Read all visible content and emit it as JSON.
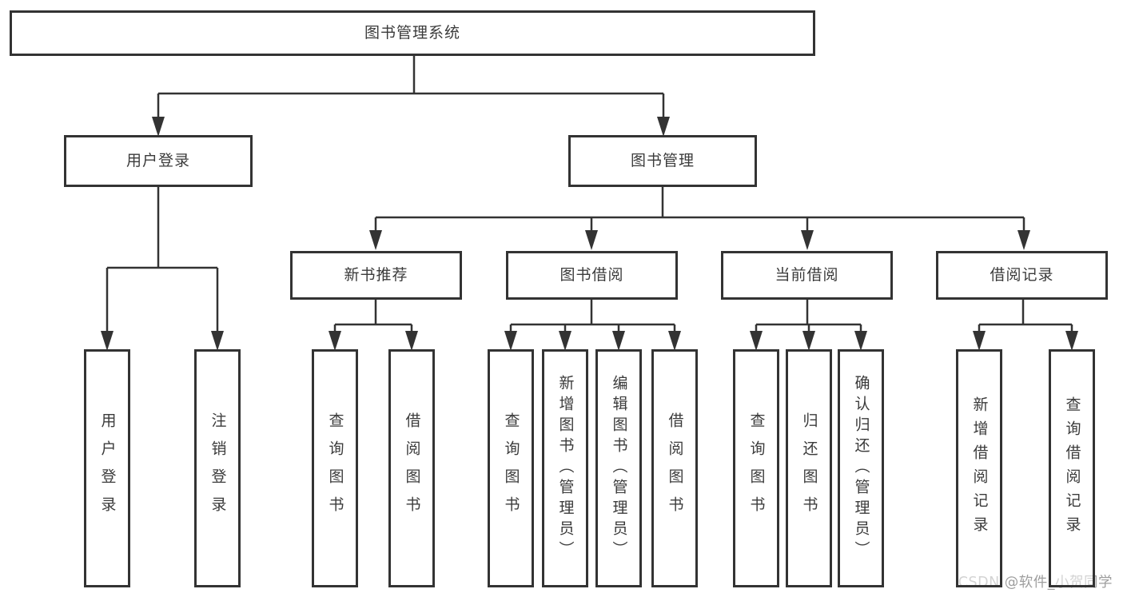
{
  "tree": {
    "root": "图书管理系统",
    "branches": [
      {
        "label": "用户登录",
        "leaves": [
          "用户登录",
          "注销登录"
        ]
      },
      {
        "label": "图书管理",
        "groups": [
          {
            "label": "新书推荐",
            "leaves": [
              "查询图书",
              "借阅图书"
            ]
          },
          {
            "label": "图书借阅",
            "leaves": [
              "查询图书",
              "新增图书（管理员）",
              "编辑图书（管理员）",
              "借阅图书"
            ]
          },
          {
            "label": "当前借阅",
            "leaves": [
              "查询图书",
              "归还图书",
              "确认归还（管理员）"
            ]
          },
          {
            "label": "借阅记录",
            "leaves": [
              "新增借阅记录",
              "查询借阅记录"
            ]
          }
        ]
      }
    ]
  },
  "watermark": {
    "text": "CSDN @软件_小贺同学"
  },
  "colors": {
    "line": "#333333",
    "text": "#3b3b3b",
    "watermark": "#9e9e9e",
    "bg": "#ffffff"
  }
}
